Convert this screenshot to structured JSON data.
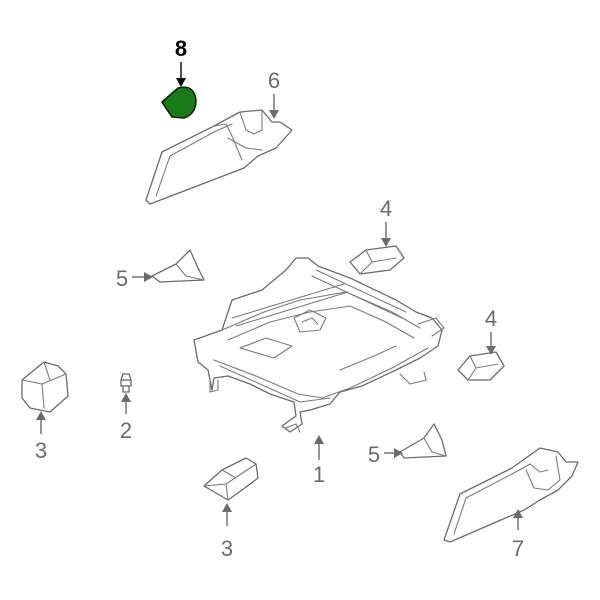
{
  "diagram": {
    "callouts": {
      "c1": "1",
      "c2": "2",
      "c3a": "3",
      "c3b": "3",
      "c4a": "4",
      "c4b": "4",
      "c5a": "5",
      "c5b": "5",
      "c6": "6",
      "c7": "7",
      "c8": "8"
    },
    "highlighted_callout": "8",
    "colors": {
      "highlight_fill": "#1a7a1a",
      "line": "#6b6b6b",
      "highlight_label": "#000000"
    }
  }
}
